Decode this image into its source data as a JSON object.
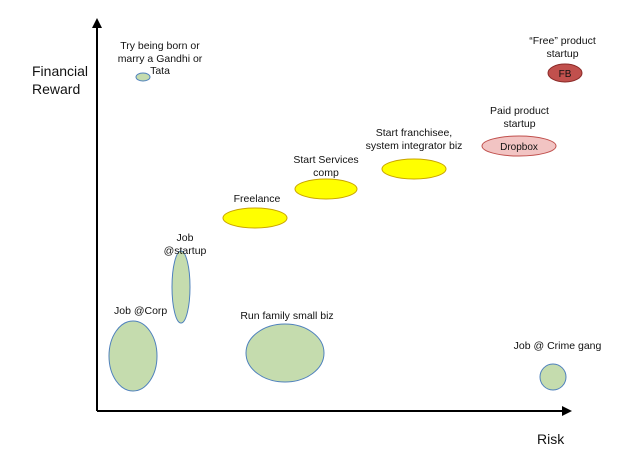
{
  "axes": {
    "y_title": "Financial\nReward",
    "x_title": "Risk"
  },
  "items": {
    "born_gandhi": {
      "label": "Try being born or\nmarry a Gandhi or\nTata",
      "color": "#c5dcae"
    },
    "free_product": {
      "label": "“Free” product\nstartup",
      "blob_text": "FB",
      "color": "#c1504d"
    },
    "paid_product": {
      "label": "Paid product\nstartup",
      "blob_text": "Dropbox",
      "color": "#f2c4c3"
    },
    "franchisee": {
      "label": "Start franchisee,\nsystem integrator biz",
      "color": "#ffff00"
    },
    "services": {
      "label": "Start Services\ncomp",
      "color": "#ffff00"
    },
    "freelance": {
      "label": "Freelance",
      "color": "#ffff00"
    },
    "job_startup": {
      "label": "Job\n@startup",
      "color": "#c5dcae"
    },
    "job_corp": {
      "label": "Job @Corp",
      "color": "#c5dcae"
    },
    "family_biz": {
      "label": "Run family small biz",
      "color": "#c5dcae"
    },
    "crime_gang": {
      "label": "Job @ Crime gang",
      "color": "#c5dcae"
    }
  }
}
